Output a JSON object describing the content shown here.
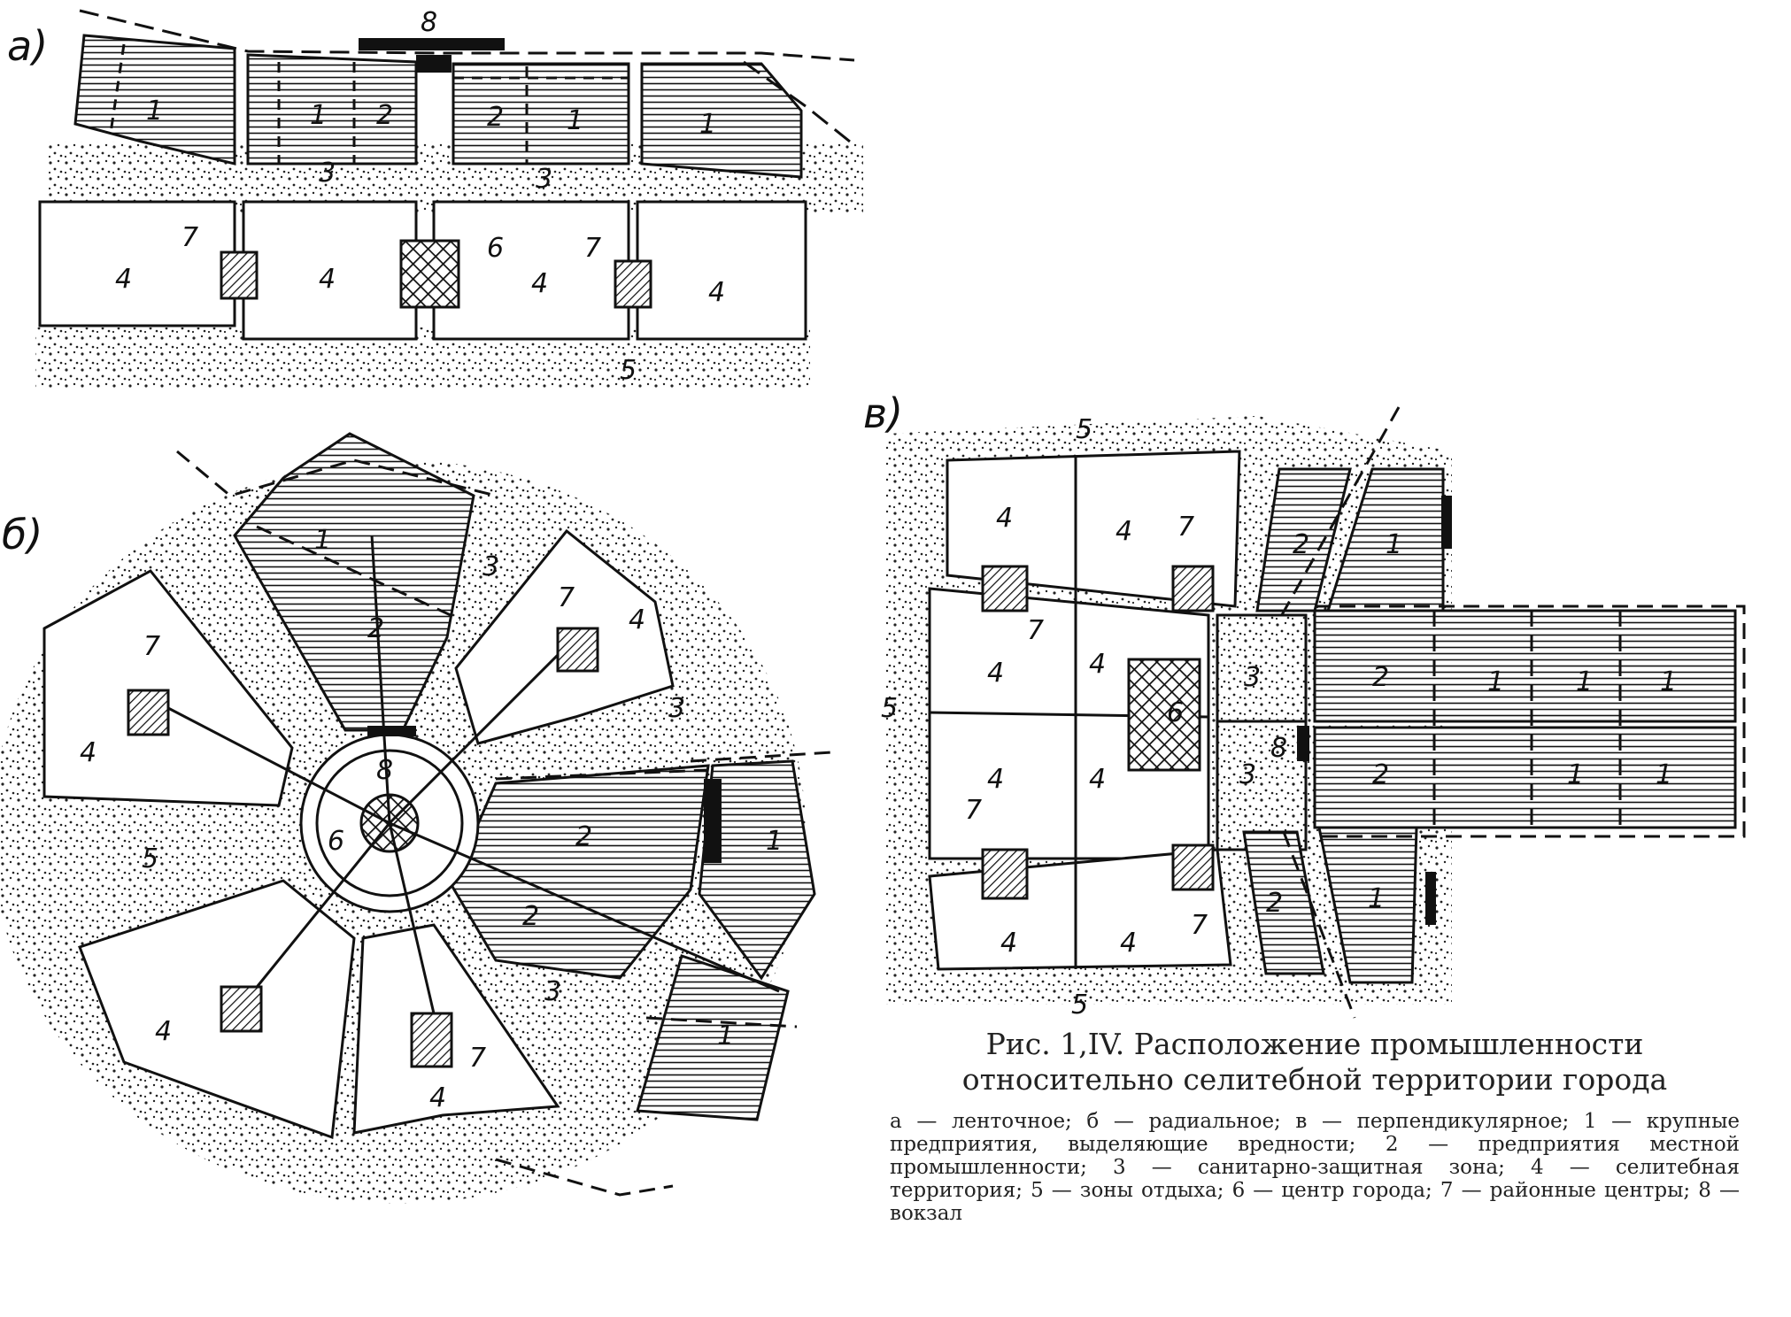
{
  "panels": {
    "a": {
      "label": "а)"
    },
    "b": {
      "label": "б)"
    },
    "v": {
      "label": "в)"
    }
  },
  "zone_labels": {
    "large_enterprises": "1",
    "local_industry": "2",
    "sanitary_zone": "3",
    "residential": "4",
    "recreation": "5",
    "city_centre": "6",
    "district_centres": "7",
    "station": "8"
  },
  "caption": {
    "title": "Рис. 1,IV. Расположение промышленности относительно селитебной территории города",
    "legend": "а — ленточное; б — радиальное; в — перпендикулярное; 1 — крупные предприятия, выделяющие вредности; 2 — предприятия местной промышленности; 3 — санитарно-защитная зона; 4 — селитебная территория; 5 — зоны отдыха; 6 — центр города; 7 — районные центры; 8 — вокзал"
  },
  "colors": {
    "ink": "#111111",
    "paper": "#ffffff"
  }
}
